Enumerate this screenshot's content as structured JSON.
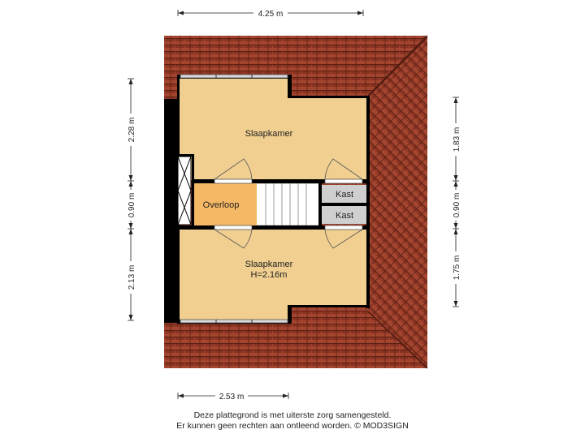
{
  "dimensions": {
    "top": "4.25 m",
    "bottom": "2.53 m",
    "left_upper": "2.28 m",
    "left_middle": "0.90 m",
    "left_lower": "2.13 m",
    "right_upper": "1.83 m",
    "right_middle": "0.90 m",
    "right_lower": "1.75 m"
  },
  "rooms": {
    "bedroom_top": "Slaapkamer",
    "landing": "Overloop",
    "closet_1": "Kast",
    "closet_2": "Kast",
    "bedroom_bottom": "Slaapkamer",
    "bedroom_bottom_height": "H=2.16m"
  },
  "footer": {
    "line1": "Deze plattegrond is met uiterste zorg samengesteld.",
    "line2": "Er kunnen geen rechten aan ontleend worden. © MOD3SIGN"
  },
  "colors": {
    "roof": "#a0432f",
    "room_floor": "#f0cf90",
    "landing_floor": "#f5b865",
    "closet_floor": "#cfcfcf",
    "wall": "#000000"
  }
}
